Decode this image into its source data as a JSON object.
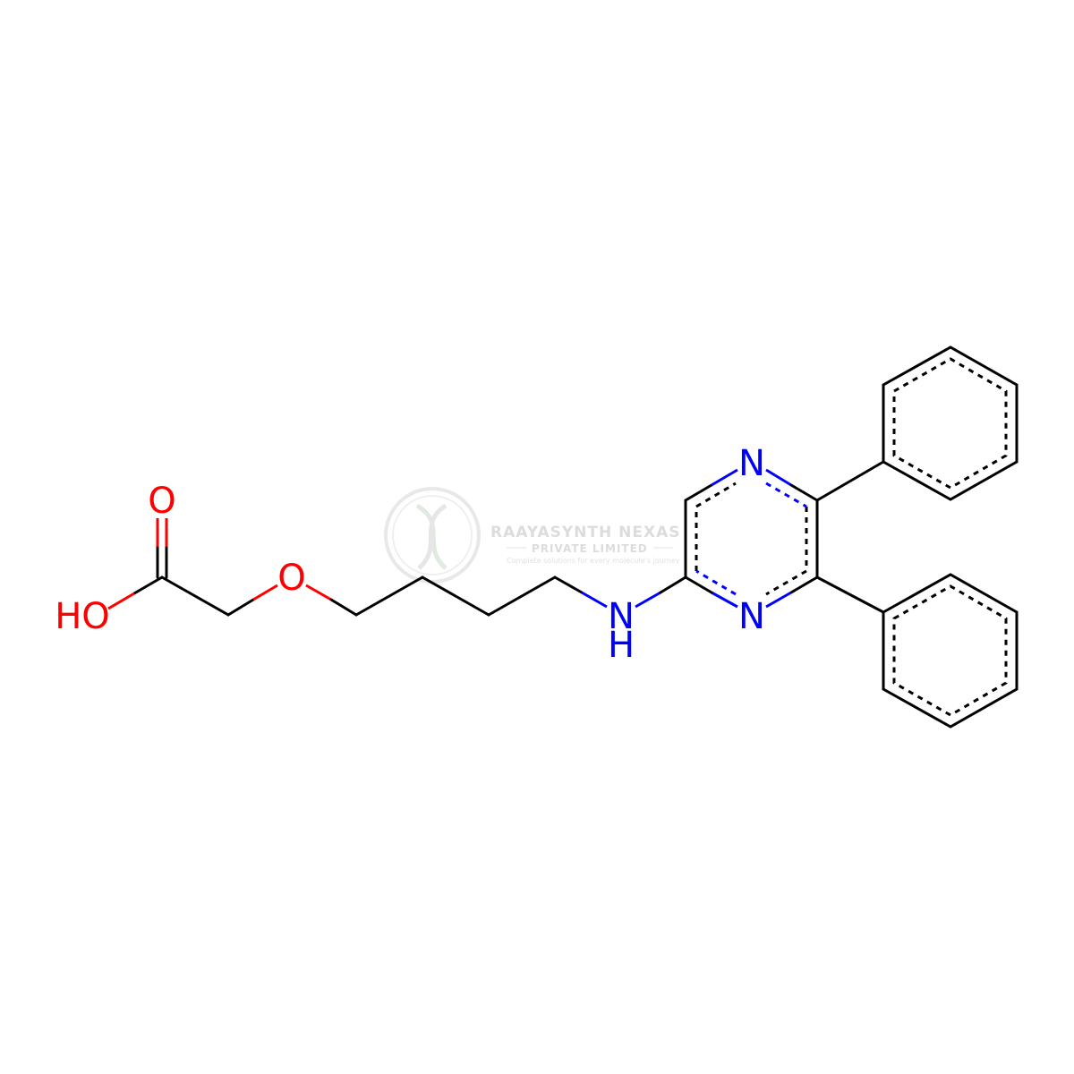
{
  "colors": {
    "carbon_bond": "#000000",
    "nitrogen": "#0000ff",
    "oxygen": "#ff0000",
    "watermark": "#d9d9d9"
  },
  "atoms": {
    "hydroxyl": "HO",
    "carbonyl_oxygen": "O",
    "ether_oxygen": "O",
    "amine_nitrogen": "N",
    "amine_hydrogen": "H",
    "pyrazine_n1": "N",
    "pyrazine_n4": "N"
  },
  "watermark": {
    "company": "RAAYASYNTH NEXAS",
    "subtitle": "PRIVATE LIMITED",
    "tagline": "Complete solutions for every molecule's journey"
  }
}
